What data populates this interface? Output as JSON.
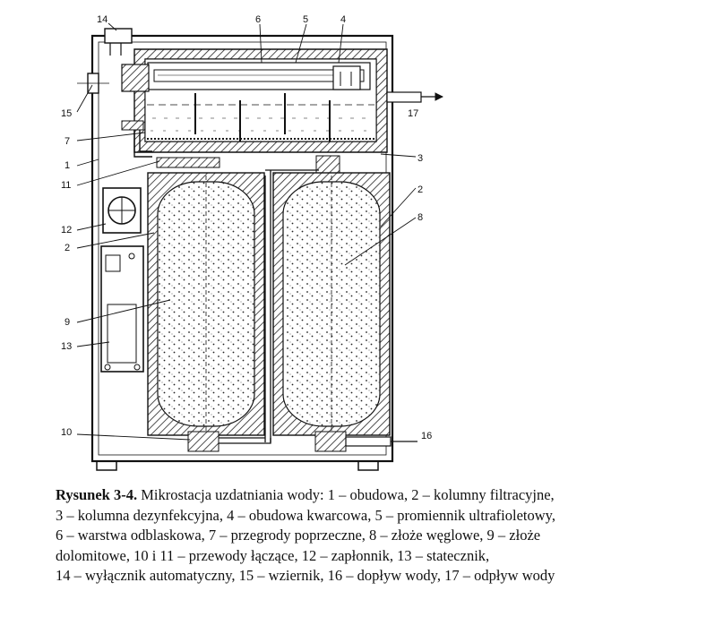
{
  "callouts": {
    "c1": "1",
    "c2a": "2",
    "c2b": "2",
    "c3": "3",
    "c4": "4",
    "c5": "5",
    "c6": "6",
    "c7": "7",
    "c8": "8",
    "c9": "9",
    "c10": "10",
    "c11": "11",
    "c12": "12",
    "c13": "13",
    "c14": "14",
    "c15": "15",
    "c16": "16",
    "c17": "17"
  },
  "caption": {
    "label": "Rysunek 3-4.",
    "line1": "Mikrostacja uzdatniania wody: 1 – obudowa, 2 – kolumny filtracyjne,",
    "line2": "3 – kolumna dezynfekcyjna, 4 – obudowa kwarcowa, 5 – promiennik ultrafioletowy,",
    "line3": "6 – warstwa odblaskowa, 7 – przegrody poprzeczne, 8 – złoże węglowe, 9 – złoże",
    "line4": "dolomitowe, 10 i 11 – przewody łączące, 12 – zapłonnik, 13 – statecznik,",
    "line5": "14 – wyłącznik automatyczny, 15 – wziernik, 16 – dopływ wody, 17 – odpływ wody"
  }
}
